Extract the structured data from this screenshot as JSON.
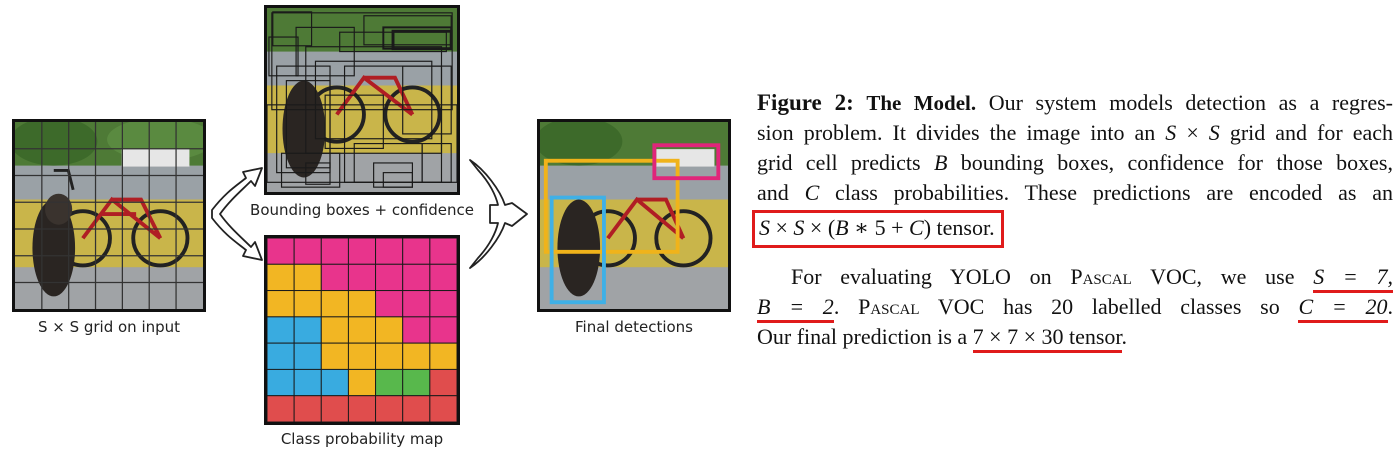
{
  "panels": {
    "input": {
      "caption": "S × S grid on input"
    },
    "bboxes": {
      "caption": "Bounding boxes + confidence"
    },
    "classmap": {
      "caption": "Class probability map"
    },
    "final": {
      "caption": "Final detections"
    }
  },
  "colors": {
    "detection_dog": "#3fb0e6",
    "detection_bicycle": "#f0b31a",
    "detection_car": "#e0257a",
    "class_magenta": "#e8348c",
    "class_yellow": "#f2b623",
    "class_blue": "#39abe0",
    "class_green": "#58b84c",
    "class_red": "#e04d4d",
    "highlight_red": "#e01b1b"
  },
  "class_map": {
    "grid": [
      [
        "magenta",
        "magenta",
        "magenta",
        "magenta",
        "magenta",
        "magenta",
        "magenta"
      ],
      [
        "yellow",
        "yellow",
        "magenta",
        "magenta",
        "magenta",
        "magenta",
        "magenta"
      ],
      [
        "yellow",
        "yellow",
        "yellow",
        "yellow",
        "magenta",
        "magenta",
        "magenta"
      ],
      [
        "blue",
        "blue",
        "yellow",
        "yellow",
        "yellow",
        "magenta",
        "magenta"
      ],
      [
        "blue",
        "blue",
        "yellow",
        "yellow",
        "yellow",
        "yellow",
        "yellow"
      ],
      [
        "blue",
        "blue",
        "blue",
        "yellow",
        "green",
        "green",
        "red"
      ],
      [
        "red",
        "red",
        "red",
        "red",
        "red",
        "red",
        "red"
      ]
    ]
  },
  "caption_text": {
    "label": "Figure 2:",
    "title": "The Model.",
    "line1": "Our system models detection as a regres-",
    "line2a": "sion problem. It divides the image into an",
    "line2b": "grid and for each",
    "line3a": "grid cell predicts",
    "line3b": "bounding boxes, confidence for those boxes,",
    "line4a": "and",
    "line4b": "class probabilities.  These predictions are encoded as an",
    "tensor_word": "tensor.",
    "sym_S": "S",
    "sym_B": "B",
    "sym_C": "C",
    "times": "×",
    "mult": "∗",
    "five": "5",
    "plus": "+",
    "lparen": "(",
    "rparen": ")"
  },
  "para2": {
    "a": "For evaluating YOLO on",
    "pascal": "Pascal",
    "voc": "VOC, we use",
    "s_eq": "S = 7,",
    "b_eq": "B = 2",
    "dot": ".",
    "pascal2": "Pascal",
    "voc2": "VOC has 20 labelled classes so",
    "c_eq": "C = 20",
    "dot2": ".",
    "final_a": "Our final prediction is a",
    "final_tensor": "7 × 7 × 30 tensor",
    "final_dot": "."
  }
}
